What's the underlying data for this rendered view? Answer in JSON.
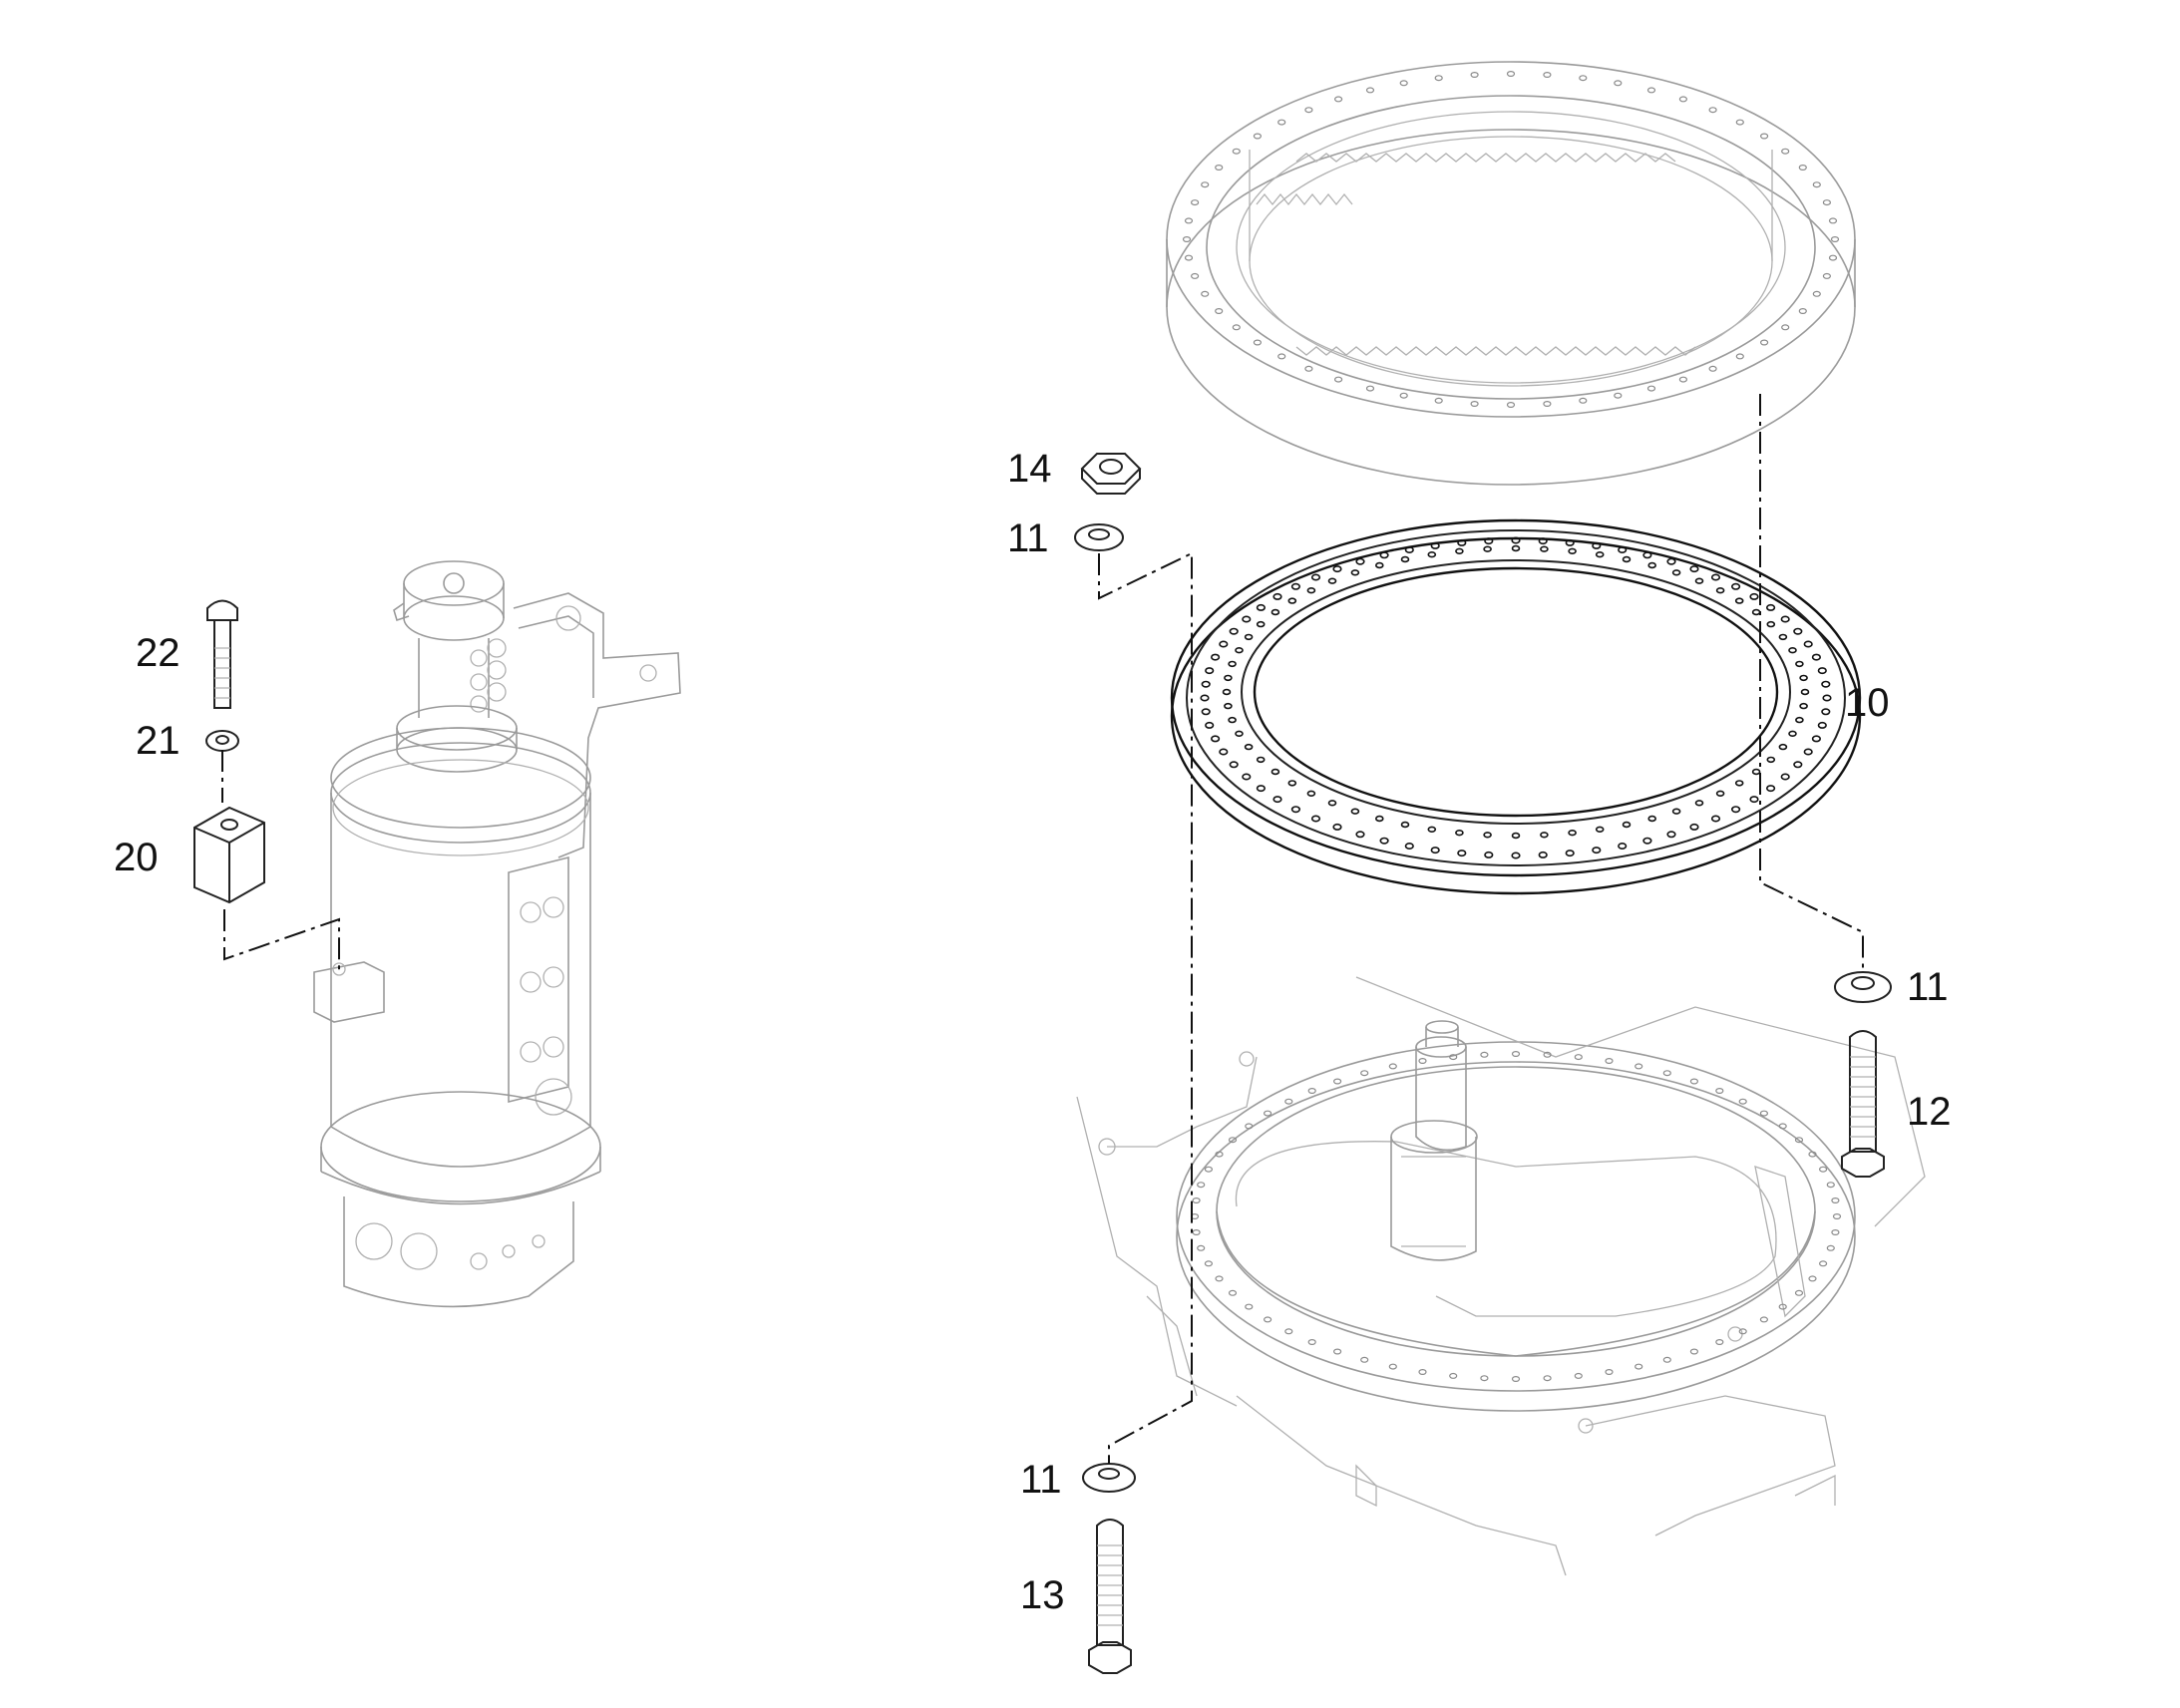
{
  "diagram": {
    "callouts": [
      {
        "id": "c14",
        "text": "14"
      },
      {
        "id": "c11a",
        "text": "11"
      },
      {
        "id": "c10",
        "text": "10"
      },
      {
        "id": "c11b",
        "text": "11"
      },
      {
        "id": "c12",
        "text": "12"
      },
      {
        "id": "c11c",
        "text": "11"
      },
      {
        "id": "c13",
        "text": "13"
      },
      {
        "id": "c22",
        "text": "22"
      },
      {
        "id": "c21",
        "text": "21"
      },
      {
        "id": "c20",
        "text": "20"
      }
    ],
    "parts": [
      {
        "name": "swivel-joint-assembly-icon"
      },
      {
        "name": "ring-gear-icon"
      },
      {
        "name": "slewing-bearing-icon"
      },
      {
        "name": "upper-frame-icon"
      },
      {
        "name": "hex-nut-icon"
      },
      {
        "name": "washer-icon"
      },
      {
        "name": "bolt-icon"
      },
      {
        "name": "block-icon"
      }
    ],
    "colors": {
      "ink": "#111111",
      "ghost": "#9a9a9a",
      "background": "#ffffff"
    }
  }
}
